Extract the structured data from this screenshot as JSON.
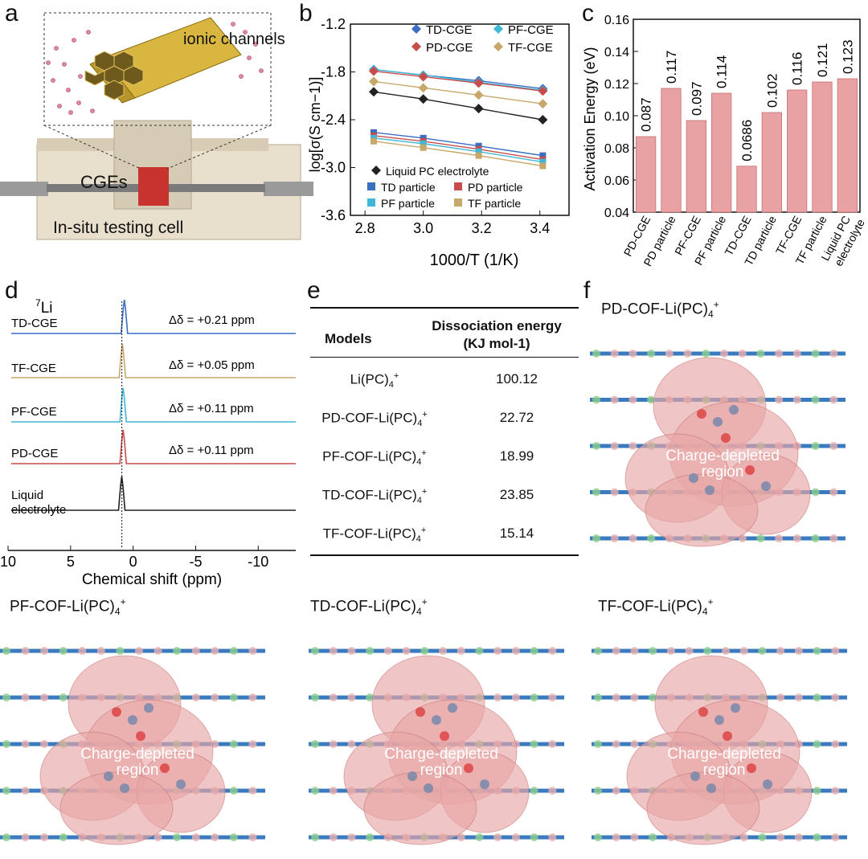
{
  "panels": {
    "a": {
      "letter": "a",
      "label_channels": "ionic channels",
      "label_cges": "CGEs",
      "label_cell": "In-situ testing cell"
    },
    "b": {
      "letter": "b"
    },
    "c": {
      "letter": "c"
    },
    "d": {
      "letter": "d",
      "nucleus": "7Li"
    },
    "e": {
      "letter": "e"
    },
    "f": {
      "letter": "f"
    }
  },
  "colors": {
    "td": "#3a6fc2",
    "pd": "#c94c4c",
    "pf": "#3fb7d6",
    "tf": "#c8a86a",
    "liquid": "#222222",
    "bar": "#e9a2a3",
    "cloud": "#e8a6a6"
  },
  "chart_data": [
    {
      "type": "line",
      "title": "",
      "xlabel": "1000/T (1/K)",
      "ylabel": "log[σ(S cm−1)]",
      "xlim": [
        2.75,
        3.5
      ],
      "ylim": [
        -3.6,
        -1.2
      ],
      "xticks": [
        "2.8",
        "3.0",
        "3.2",
        "3.4"
      ],
      "yticks": [
        "-1.2",
        "-1.8",
        "-2.4",
        "-3.0",
        "-3.6"
      ],
      "x": [
        2.83,
        3.0,
        3.19,
        3.41
      ],
      "legend_top": [
        "TD-CGE",
        "PF-CGE",
        "PD-CGE",
        "TF-CGE"
      ],
      "legend_bottom": [
        "Liquid PC electrolyte",
        "TD particle",
        "PD particle",
        "PF particle",
        "TF particle"
      ],
      "series": [
        {
          "name": "TD-CGE",
          "marker": "diamond",
          "color": "#3a6fc2",
          "values": [
            -1.77,
            -1.84,
            -1.91,
            -2.01
          ]
        },
        {
          "name": "PF-CGE",
          "marker": "diamond",
          "color": "#3fb7d6",
          "values": [
            -1.77,
            -1.84,
            -1.93,
            -2.03
          ]
        },
        {
          "name": "PD-CGE",
          "marker": "diamond",
          "color": "#c94c4c",
          "values": [
            -1.79,
            -1.86,
            -1.94,
            -2.04
          ]
        },
        {
          "name": "TF-CGE",
          "marker": "diamond",
          "color": "#c8a86a",
          "values": [
            -1.92,
            -2.0,
            -2.09,
            -2.2
          ]
        },
        {
          "name": "Liquid PC electrolyte",
          "marker": "diamond",
          "color": "#222222",
          "values": [
            -2.05,
            -2.14,
            -2.26,
            -2.4
          ]
        },
        {
          "name": "TD particle",
          "marker": "square",
          "color": "#3a6fc2",
          "values": [
            -2.56,
            -2.63,
            -2.73,
            -2.85
          ]
        },
        {
          "name": "PD particle",
          "marker": "square",
          "color": "#c94c4c",
          "values": [
            -2.6,
            -2.67,
            -2.77,
            -2.9
          ]
        },
        {
          "name": "PF particle",
          "marker": "square",
          "color": "#3fb7d6",
          "values": [
            -2.63,
            -2.7,
            -2.8,
            -2.93
          ]
        },
        {
          "name": "TF particle",
          "marker": "square",
          "color": "#c8a86a",
          "values": [
            -2.67,
            -2.75,
            -2.85,
            -2.98
          ]
        }
      ]
    },
    {
      "type": "bar",
      "title": "",
      "ylabel": "Activation Energy (eV)",
      "ylim": [
        0.04,
        0.16
      ],
      "yticks": [
        "0.04",
        "0.06",
        "0.08",
        "0.10",
        "0.12",
        "0.14",
        "0.16"
      ],
      "categories": [
        "PD-CGE",
        "PD particle",
        "PF-CGE",
        "PF particle",
        "TD-CGE",
        "TD particle",
        "TF-CGE",
        "TF particle",
        "Liquid PC electrolyte"
      ],
      "values": [
        0.087,
        0.117,
        0.097,
        0.114,
        0.0686,
        0.102,
        0.116,
        0.121,
        0.123
      ],
      "value_labels": [
        "0.087",
        "0.117",
        "0.097",
        "0.114",
        "0.0686",
        "0.102",
        "0.116",
        "0.121",
        "0.123"
      ]
    },
    {
      "type": "line",
      "title": "",
      "xlabel": "Chemical shift (ppm)",
      "xlim": [
        10,
        -13
      ],
      "xticks": [
        "10",
        "5",
        "0",
        "-5",
        "-10"
      ],
      "series": [
        {
          "name": "TD-CGE",
          "color": "#3a6fc2",
          "peak_ppm": 0.7,
          "shift": "Δδ = +0.21 ppm"
        },
        {
          "name": "TF-CGE",
          "color": "#c8a86a",
          "peak_ppm": 0.86,
          "shift": "Δδ = +0.05 ppm"
        },
        {
          "name": "PF-CGE",
          "color": "#3fb7d6",
          "peak_ppm": 0.8,
          "shift": "Δδ = +0.11 ppm"
        },
        {
          "name": "PD-CGE",
          "color": "#c94c4c",
          "peak_ppm": 0.8,
          "shift": "Δδ = +0.11 ppm"
        },
        {
          "name": "Liquid electrolyte",
          "color": "#222222",
          "peak_ppm": 0.91,
          "shift": ""
        }
      ]
    },
    {
      "type": "table",
      "headers": [
        "Models",
        "Dissociation energy (KJ mol-1)"
      ],
      "rows": [
        [
          "Li(PC)4+",
          "100.12"
        ],
        [
          "PD-COF-Li(PC)4+",
          "22.72"
        ],
        [
          "PF-COF-Li(PC)4+",
          "18.99"
        ],
        [
          "TD-COF-Li(PC)4+",
          "23.85"
        ],
        [
          "TF-COF-Li(PC)4+",
          "15.14"
        ]
      ]
    }
  ],
  "table_header": {
    "models": "Models",
    "energy_line1": "Dissociation energy",
    "energy_line2": "(KJ mol-1)"
  },
  "table_rows": [
    {
      "base": "Li(PC)",
      "sub": "4",
      "sup": "+",
      "value": "100.12"
    },
    {
      "base": "PD-COF-Li(PC)",
      "sub": "4",
      "sup": "+",
      "value": "22.72"
    },
    {
      "base": "PF-COF-Li(PC)",
      "sub": "4",
      "sup": "+",
      "value": "18.99"
    },
    {
      "base": "TD-COF-Li(PC)",
      "sub": "4",
      "sup": "+",
      "value": "23.85"
    },
    {
      "base": "TF-COF-Li(PC)",
      "sub": "4",
      "sup": "+",
      "value": "15.14"
    }
  ],
  "structures": [
    {
      "base": "PD-COF-Li(PC)",
      "sub": "4",
      "sup": "+",
      "region": "Charge-depleted region"
    },
    {
      "base": "PF-COF-Li(PC)",
      "sub": "4",
      "sup": "+",
      "region": "Charge-depleted region"
    },
    {
      "base": "TD-COF-Li(PC)",
      "sub": "4",
      "sup": "+",
      "region": "Charge-depleted region"
    },
    {
      "base": "TF-COF-Li(PC)",
      "sub": "4",
      "sup": "+",
      "region": "Charge-depleted region"
    }
  ]
}
